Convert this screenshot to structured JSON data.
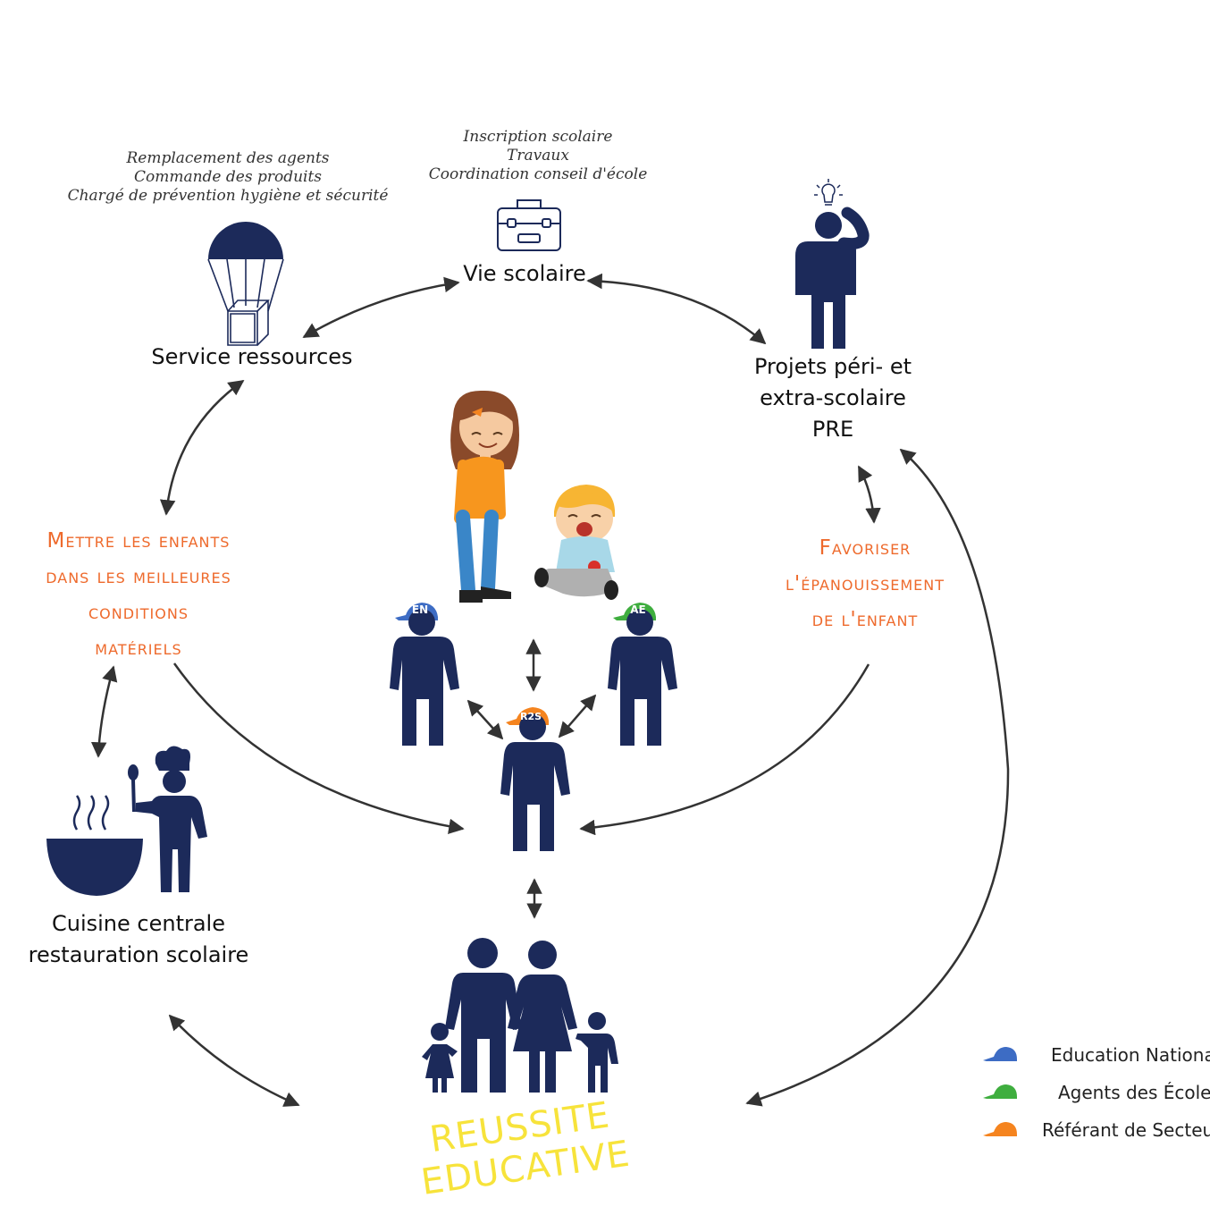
{
  "nodes": {
    "service_ressources": {
      "label": "Service ressources",
      "notes": [
        "Remplacement des agents",
        "Commande des produits",
        "Chargé de prévention hygiène et sécurité"
      ]
    },
    "vie_scolaire": {
      "label": "Vie scolaire",
      "notes": [
        "Inscription scolaire",
        "Travaux",
        "Coordination conseil d'école"
      ]
    },
    "projets": {
      "lines": [
        "Projets péri- et",
        "extra-scolaire",
        "PRE"
      ]
    },
    "cuisine": {
      "lines": [
        "Cuisine centrale",
        "restauration scolaire"
      ]
    }
  },
  "goals": {
    "left": [
      "Mettre les enfants",
      "dans les meilleures",
      "conditions",
      "matériels"
    ],
    "right": [
      "Favoriser",
      "l'épanouissement",
      "de l'enfant"
    ]
  },
  "caps": {
    "en": "EN",
    "ae": "AE",
    "r2s": "R2S"
  },
  "reussite": "REUSSITE EDUCATIVE",
  "legend": [
    {
      "label": "Education Nationale",
      "color": "#3d6cc4"
    },
    {
      "label": "Agents des École",
      "color": "#3fae3f"
    },
    {
      "label": "Référant de Secteur",
      "color": "#f5841f"
    }
  ],
  "colors": {
    "navy": "#1c2a5a",
    "orange": "#ee6a2c",
    "yellow": "#f7e33b",
    "arrow": "#333333"
  }
}
